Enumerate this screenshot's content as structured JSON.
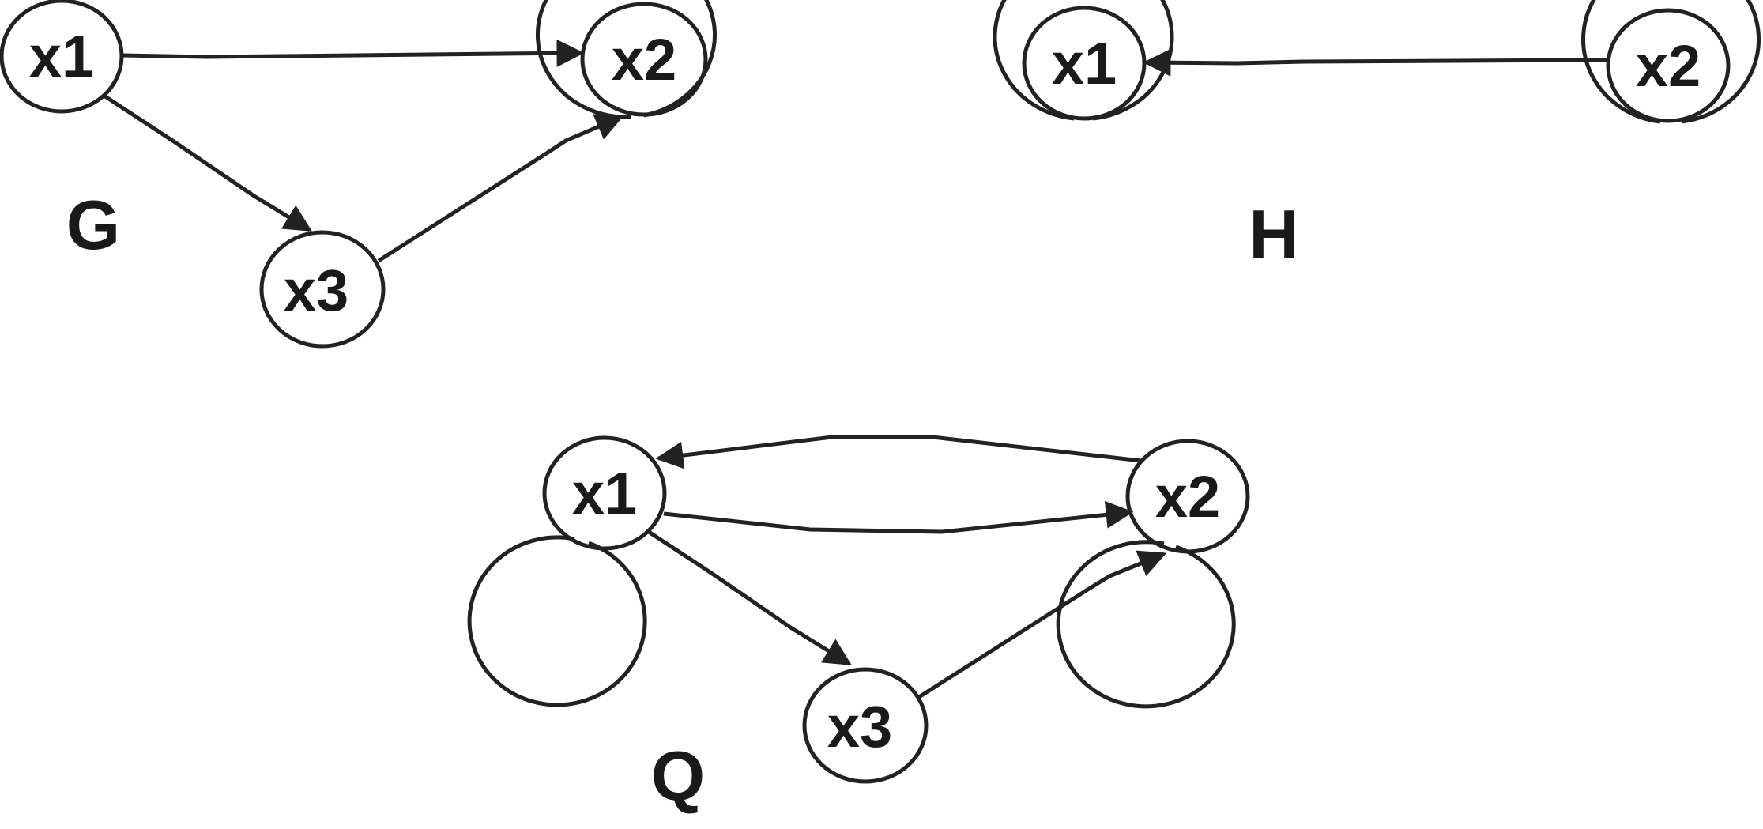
{
  "graphs": [
    {
      "name": "G",
      "nodes": [
        "x1",
        "x2",
        "x3"
      ],
      "edges": [
        [
          "x1",
          "x2"
        ],
        [
          "x1",
          "x3"
        ],
        [
          "x3",
          "x2"
        ]
      ],
      "self_loops": [
        "x2"
      ]
    },
    {
      "name": "H",
      "nodes": [
        "x1",
        "x2"
      ],
      "edges": [
        [
          "x2",
          "x1"
        ]
      ],
      "self_loops": [
        "x1",
        "x2"
      ]
    },
    {
      "name": "Q",
      "nodes": [
        "x1",
        "x2",
        "x3"
      ],
      "edges": [
        [
          "x1",
          "x2"
        ],
        [
          "x2",
          "x1"
        ],
        [
          "x1",
          "x3"
        ],
        [
          "x3",
          "x2"
        ]
      ],
      "self_loops": [
        "x1",
        "x2"
      ]
    }
  ],
  "colors": {
    "stroke": "#222222",
    "background": "#ffffff"
  }
}
